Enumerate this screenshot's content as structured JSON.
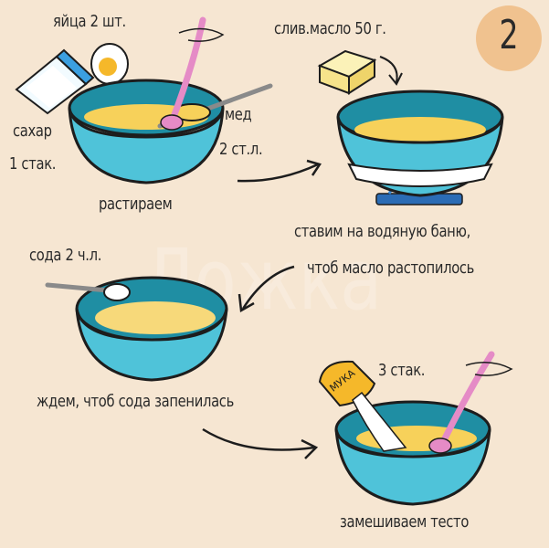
{
  "step_number": "2",
  "watermark_text": "Ложка",
  "labels": {
    "eggs": "яйца 2 шт.",
    "sugar_line1": "сахар",
    "sugar_line2": "1 стак.",
    "honey_line1": "мед",
    "honey_line2": "2 ст.л.",
    "rub": "растираем",
    "butter": "слив.масло 50 г.",
    "water_bath_line1": "ставим на водяную баню,",
    "water_bath_line2": "чтоб масло растопилось",
    "soda": "сода 2 ч.л.",
    "wait_soda": "ждем, чтоб сода запенилась",
    "flour_amount": "3 стак.",
    "flour_bag": "МУКА",
    "knead": "замешиваем тесто"
  },
  "colors": {
    "background": "#f6e6d2",
    "bowl": "#4fc3d9",
    "bowl_outline": "#1d1d1d",
    "batter": "#f7d15a",
    "spoon": "#e58bc6",
    "badge": "#f0c28f"
  }
}
